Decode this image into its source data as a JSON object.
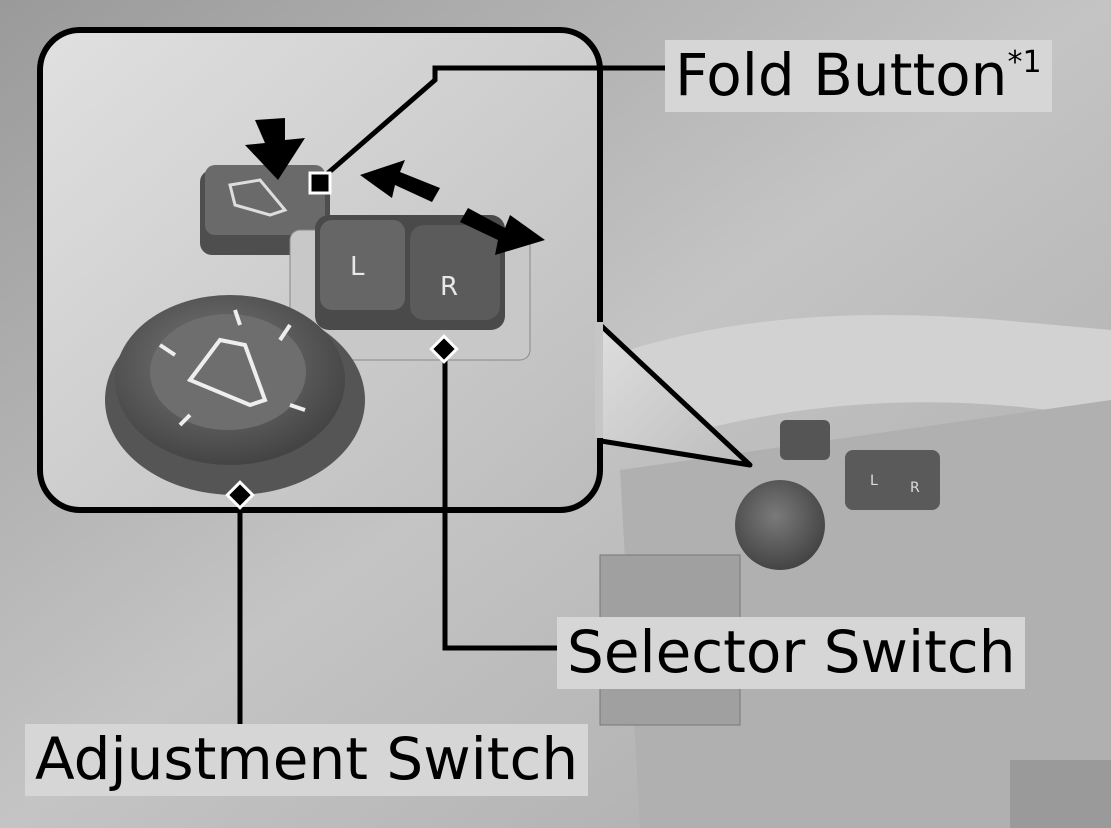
{
  "labels": {
    "fold_button": "Fold Button",
    "fold_button_note": "*1",
    "selector_switch": "Selector Switch",
    "adjustment_switch": "Adjustment Switch"
  },
  "switch_labels": {
    "left": "L",
    "right": "R"
  },
  "icons": [
    "mirror-icon",
    "double-arrow-icon",
    "down-arrow-icon"
  ]
}
